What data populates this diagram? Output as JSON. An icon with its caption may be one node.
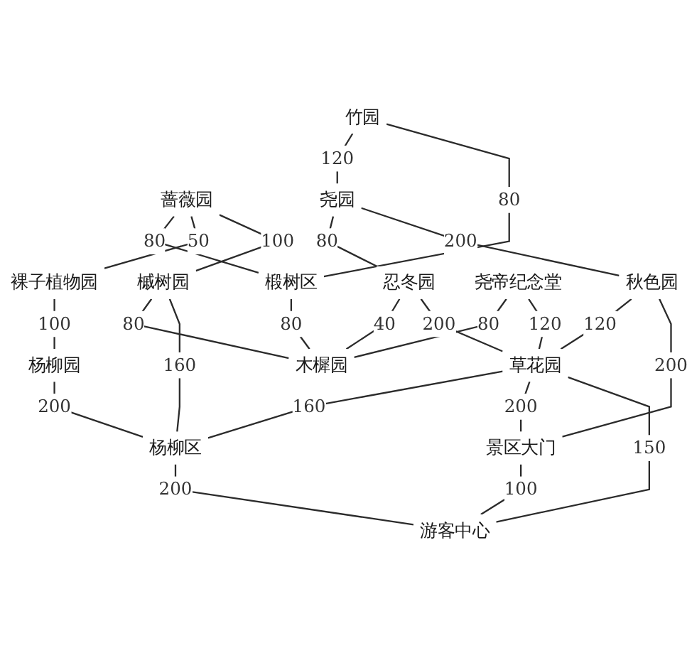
{
  "diagram": {
    "nodes": [
      {
        "text": [
          "裸子植物园"
        ]
      },
      {
        "text": [
          "蔷薇园"
        ]
      },
      {
        "text": [
          "竹园"
        ]
      },
      {
        "text": [
          "椴树区"
        ]
      },
      {
        "text": [
          "尧园"
        ]
      },
      {
        "text": [
          "杨柳园"
        ]
      },
      {
        "text": [
          "忍冬园"
        ]
      },
      {
        "text": [
          "木樨园"
        ]
      },
      {
        "text": [
          "槭树园"
        ]
      },
      {
        "text": [
          "尧帝纪念堂"
        ]
      },
      {
        "text": [
          "秋色园"
        ]
      },
      {
        "text": [
          "草花园"
        ]
      },
      {
        "text": [
          "杨柳区"
        ]
      },
      {
        "text": [
          "景区大门"
        ]
      },
      {
        "text": [
          "游客中心"
        ]
      }
    ],
    "edges": [
      {
        "from": 2,
        "to": 4,
        "arrow": "none",
        "label": "120"
      },
      {
        "from": 2,
        "to": 3,
        "arrow": "none",
        "label": "80"
      },
      {
        "from": 1,
        "to": 3,
        "arrow": "none",
        "label": "80"
      },
      {
        "from": 1,
        "to": 0,
        "arrow": "none",
        "label": "50"
      },
      {
        "from": 0,
        "to": 5,
        "arrow": "none",
        "label": "100"
      },
      {
        "from": 4,
        "to": 6,
        "arrow": "none",
        "label": "80"
      },
      {
        "from": 3,
        "to": 7,
        "arrow": "none",
        "label": "80"
      },
      {
        "from": 6,
        "to": 7,
        "arrow": "none",
        "label": "40"
      },
      {
        "from": 8,
        "to": 7,
        "arrow": "none",
        "label": "80"
      },
      {
        "from": 1,
        "to": 8,
        "arrow": "none",
        "label": "100"
      },
      {
        "from": 9,
        "to": 7,
        "arrow": "none",
        "label": "80"
      },
      {
        "from": 4,
        "to": 10,
        "arrow": "none",
        "label": "200"
      },
      {
        "from": 6,
        "to": 11,
        "arrow": "none",
        "label": "200"
      },
      {
        "from": 9,
        "to": 11,
        "arrow": "none",
        "label": "120"
      },
      {
        "from": 8,
        "to": 12,
        "arrow": "none",
        "label": "160"
      },
      {
        "from": 5,
        "to": 12,
        "arrow": "none",
        "label": "200"
      },
      {
        "from": 10,
        "to": 11,
        "arrow": "none",
        "label": "120"
      },
      {
        "from": 11,
        "to": 12,
        "arrow": "none",
        "label": "160"
      },
      {
        "from": 10,
        "to": 13,
        "arrow": "none",
        "label": "200"
      },
      {
        "from": 11,
        "to": 13,
        "arrow": "none",
        "label": "200"
      },
      {
        "from": 11,
        "to": 14,
        "arrow": "none",
        "label": "150"
      },
      {
        "from": 12,
        "to": 14,
        "arrow": "none",
        "label": "200"
      },
      {
        "from": 13,
        "to": 14,
        "arrow": "none",
        "label": "100"
      }
    ]
  }
}
